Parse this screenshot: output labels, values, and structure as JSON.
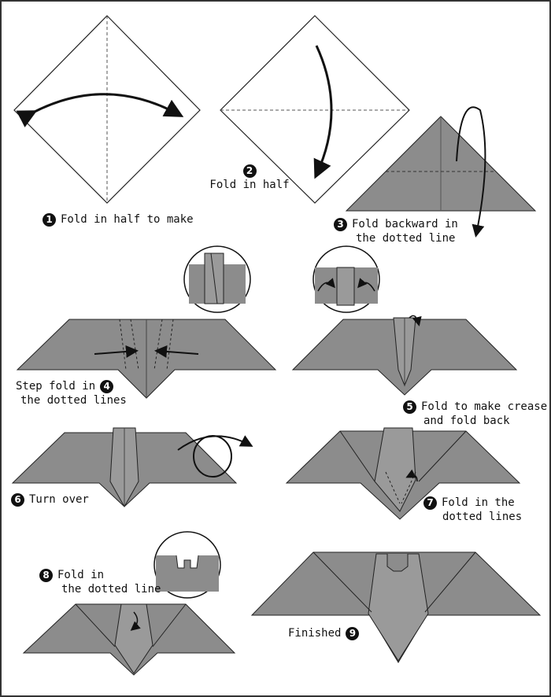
{
  "steps": [
    {
      "number": "1",
      "text": "Fold in half to make"
    },
    {
      "number": "2",
      "text": "Fold in half"
    },
    {
      "number": "3",
      "line1": "Fold backward in",
      "line2": "the dotted line"
    },
    {
      "number": "4",
      "line1": "Step fold in",
      "line2": "the dotted lines"
    },
    {
      "number": "5",
      "line1": "Fold to make crease",
      "line2": "and fold back"
    },
    {
      "number": "6",
      "text": "Turn over"
    },
    {
      "number": "7",
      "line1": "Fold in the",
      "line2": "dotted lines"
    },
    {
      "number": "8",
      "line1": "Fold in",
      "line2": "the dotted line"
    },
    {
      "number": "9",
      "text": "Finished"
    }
  ],
  "colors": {
    "paper": "#8c8c8c",
    "line": "#111111",
    "frame": "#333333"
  }
}
